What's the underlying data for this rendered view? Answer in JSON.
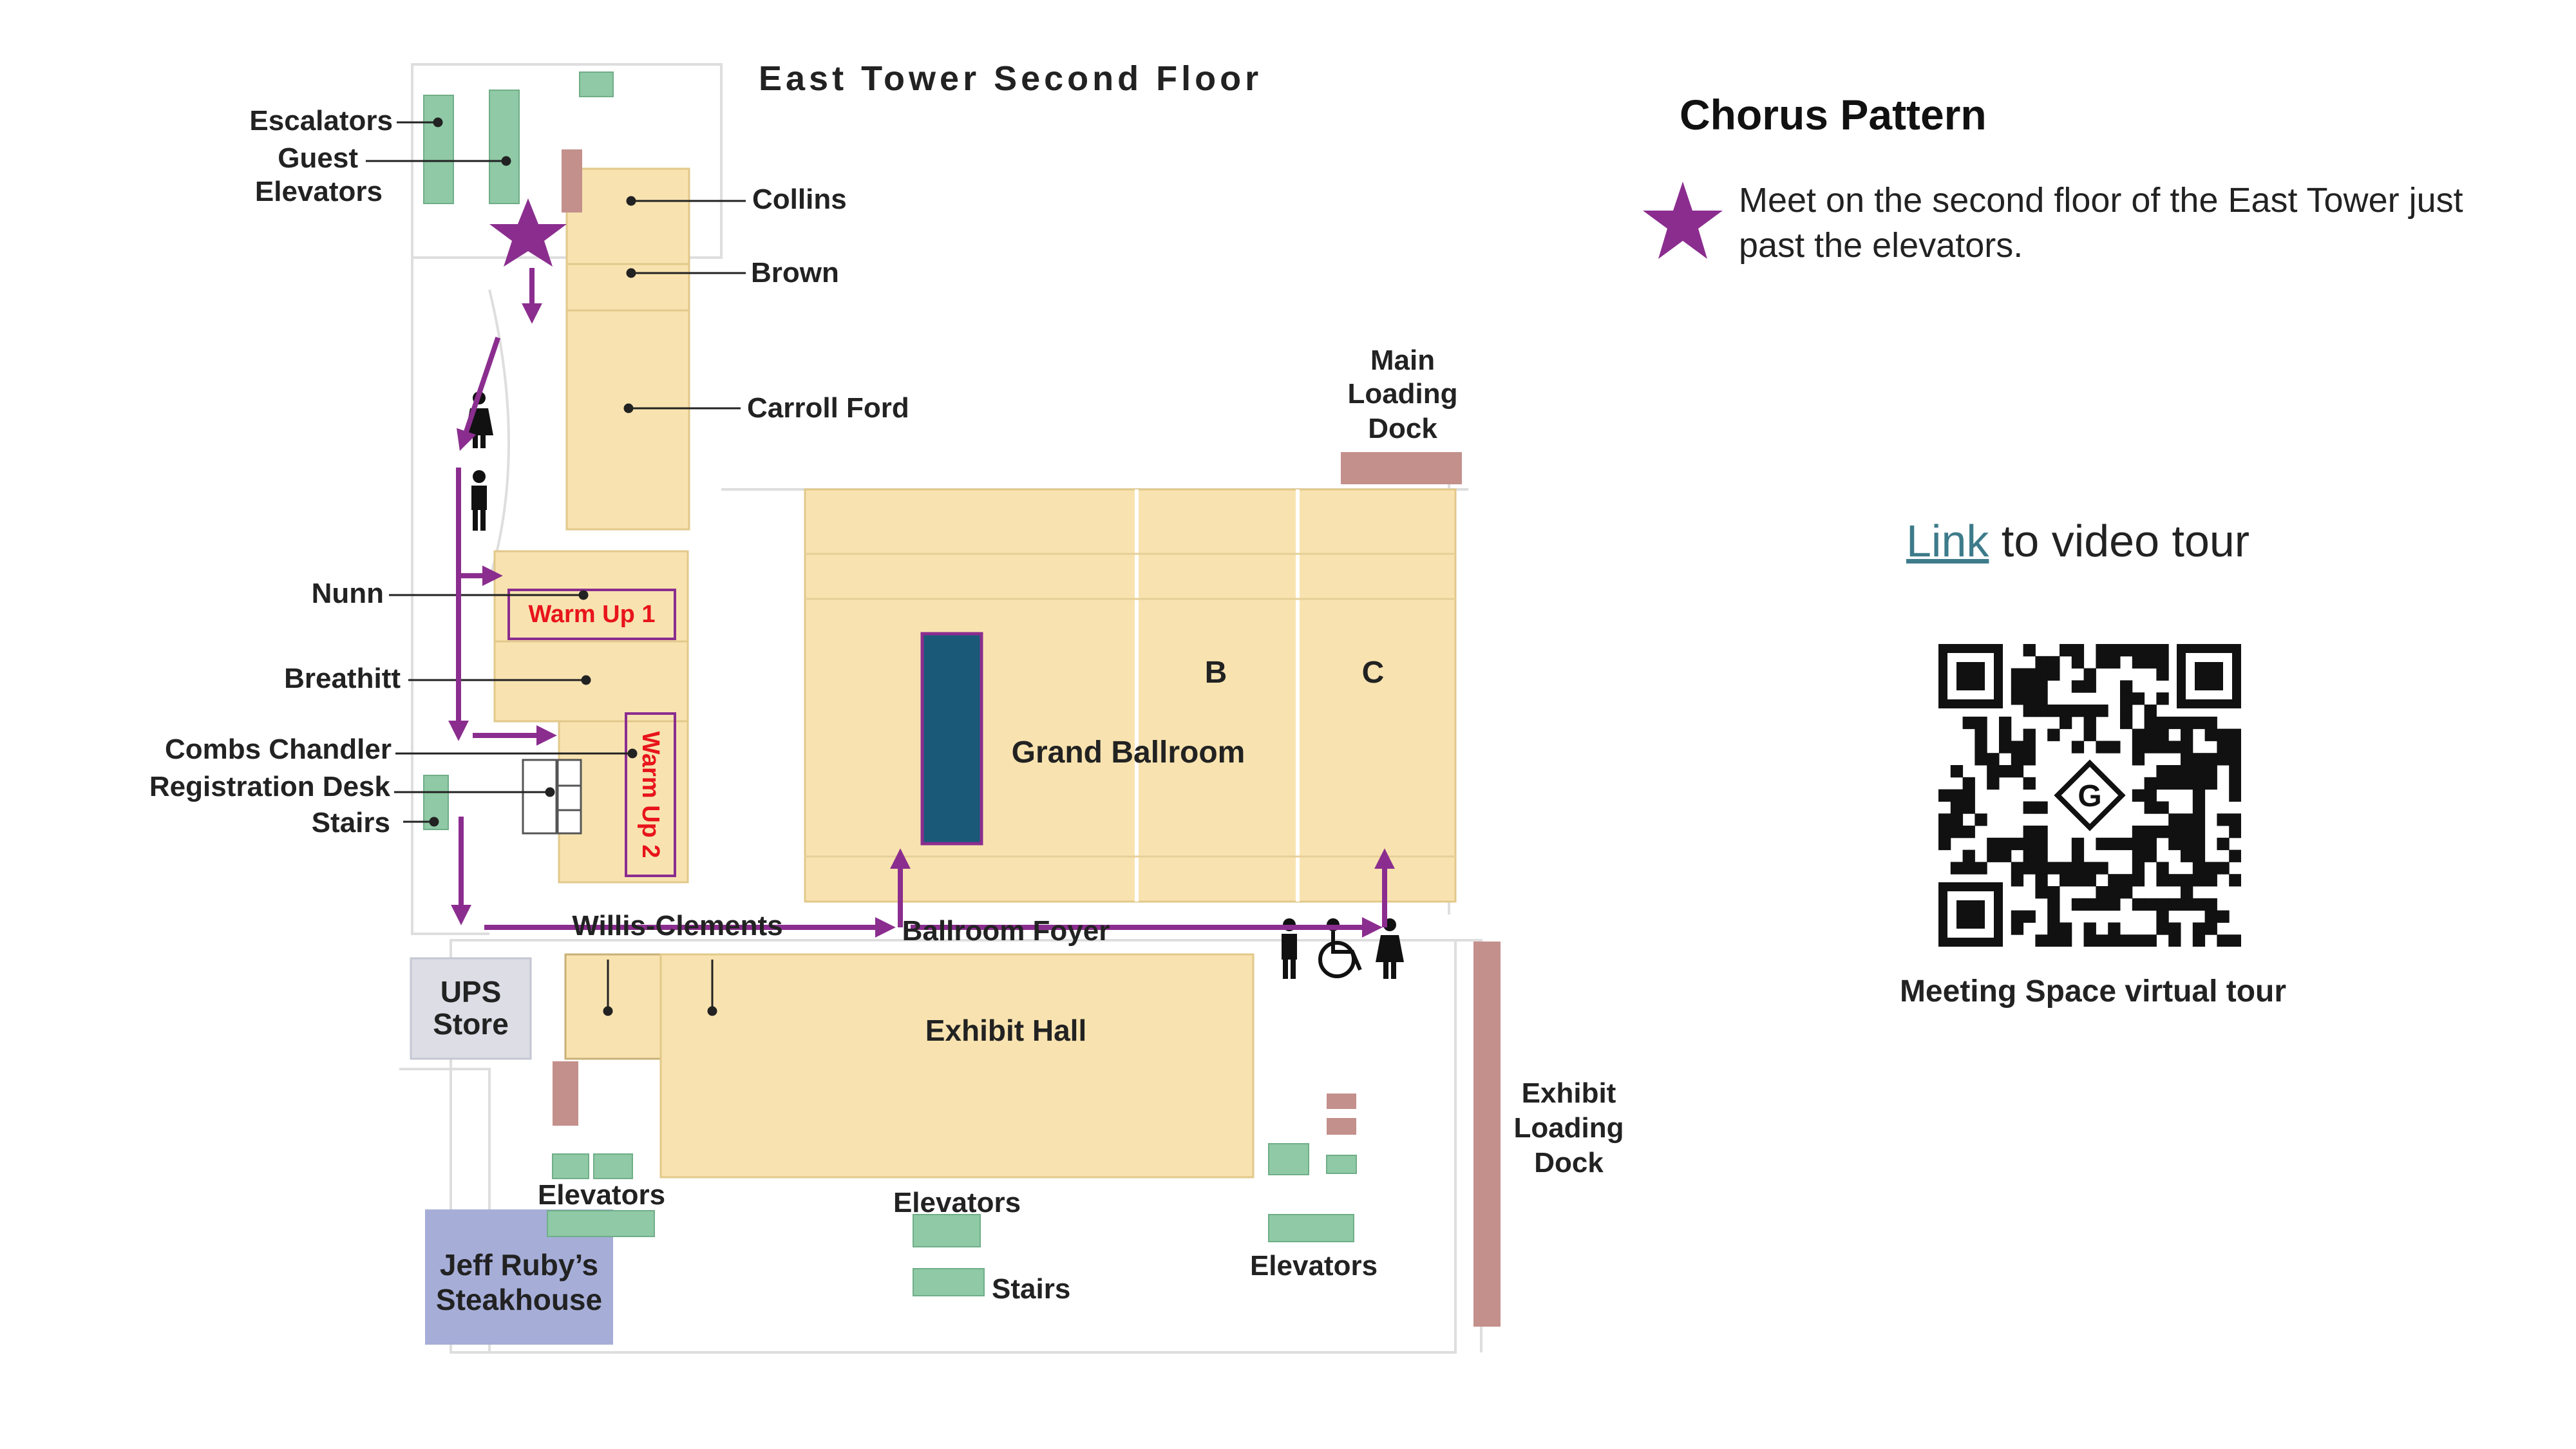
{
  "map": {
    "title": "East Tower Second Floor",
    "labels": {
      "escalators": "Escalators",
      "guest": "Guest",
      "elevators": "Elevators",
      "collins": "Collins",
      "brown": "Brown",
      "carroll_ford": "Carroll Ford",
      "main_loading_1": "Main",
      "main_loading_2": "Loading",
      "main_loading_3": "Dock",
      "nunn": "Nunn",
      "breathitt": "Breathitt",
      "combs_chandler": "Combs Chandler",
      "registration_desk": "Registration Desk",
      "stairs": "Stairs",
      "b": "B",
      "c": "C",
      "grand_ballroom": "Grand Ballroom",
      "willis_clements": "Willis-Clements",
      "ballroom_foyer": "Ballroom Foyer",
      "ups_1": "UPS",
      "ups_2": "Store",
      "exhibit_hall": "Exhibit Hall",
      "exhibit_loading_1": "Exhibit",
      "exhibit_loading_2": "Loading",
      "exhibit_loading_3": "Dock",
      "elevators_left": "Elevators",
      "elevators_mid": "Elevators",
      "stairs_bottom": "Stairs",
      "elevators_right": "Elevators",
      "jeff_ruby_1": "Jeff Ruby’s",
      "jeff_ruby_2": "Steakhouse",
      "warm_up_1": "Warm Up 1",
      "warm_up_2": "Warm Up 2"
    },
    "colors": {
      "room": "#f8e3b0",
      "path": "#8b2d8f",
      "star": "#8b2d8f",
      "green": "#8fc9a5",
      "brick": "#c3908c",
      "dark_room": "#1a5a78",
      "jeff": "#a6aed8",
      "ups": "#dcdde5",
      "warm": "#e8141b"
    }
  },
  "panel": {
    "title": "Chorus Pattern",
    "meet_text": "Meet on the second floor of the East Tower just past the elevators.",
    "link_text": "Link",
    "link_rest": " to video tour",
    "qr_caption": "Meeting Space virtual tour",
    "qr_icon": "qr-code",
    "star_icon": "star"
  }
}
